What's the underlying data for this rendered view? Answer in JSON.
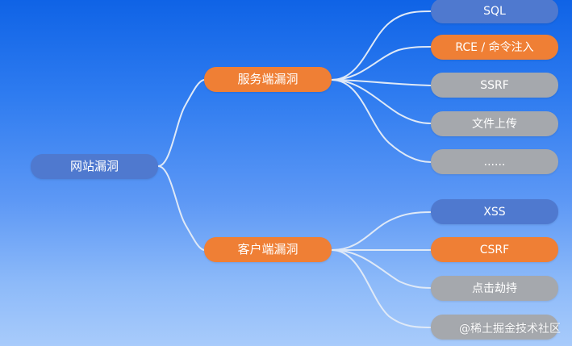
{
  "diagram": {
    "root": {
      "label": "网站漏洞"
    },
    "branches": [
      {
        "label": "服务端漏洞",
        "children": [
          {
            "label": "SQL"
          },
          {
            "label": "RCE / 命令注入"
          },
          {
            "label": "SSRF"
          },
          {
            "label": "文件上传"
          },
          {
            "label": "......"
          }
        ]
      },
      {
        "label": "客户端漏洞",
        "children": [
          {
            "label": "XSS"
          },
          {
            "label": "CSRF"
          },
          {
            "label": "点击劫持"
          },
          {
            "label": ""
          }
        ]
      }
    ]
  },
  "watermark": "@稀土掘金技术社区",
  "colors": {
    "background_top": "#0f63e6",
    "background_bottom": "#a8cbfb",
    "blue_node": "#4f79cf",
    "orange_node": "#ef7f35",
    "gray_node": "#a5a8ad",
    "connector": "#dfe9f7"
  }
}
